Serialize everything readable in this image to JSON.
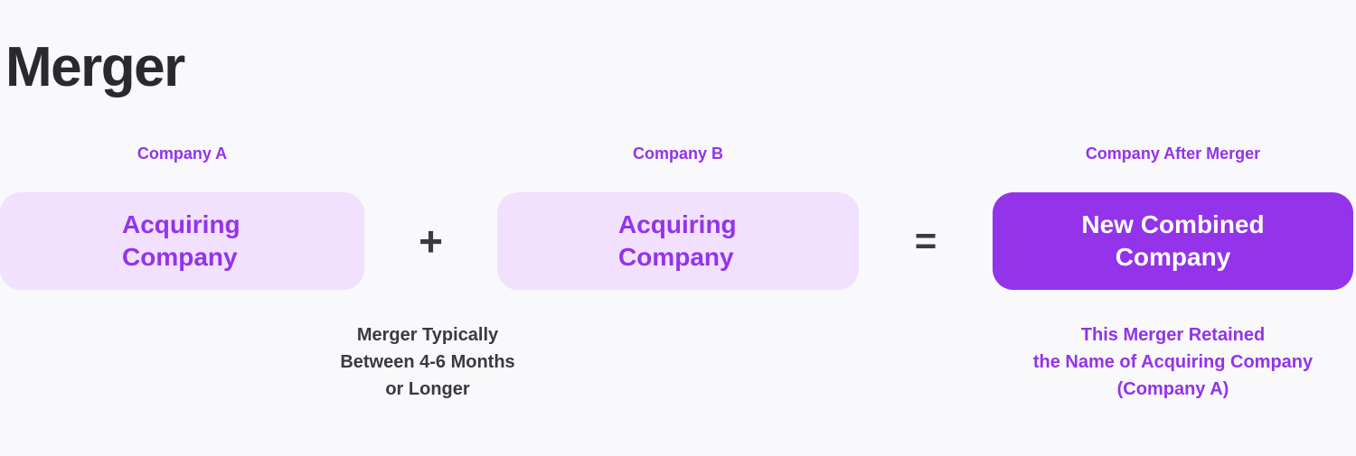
{
  "page": {
    "title": "Merger",
    "background_color": "#f9f8fa",
    "accent_color": "#9333ea",
    "accent_light_color": "#f1e0fe",
    "dark_text_color": "#2a2a2e"
  },
  "columns": {
    "company_a": {
      "label": "Company A",
      "card_text": "Acquiring\nCompany"
    },
    "company_b": {
      "label": "Company B",
      "card_text": "Acquiring\nCompany"
    },
    "company_after_merger": {
      "label": "Company After Merger",
      "card_text": "New Combined\nCompany"
    }
  },
  "operators": {
    "plus": "+",
    "equals": "="
  },
  "captions": {
    "timeline": "Merger Typically\nBetween 4-6 Months\nor Longer",
    "merger_note": "This Merger Retained\nthe Name of Acquiring Company\n(Company A)"
  }
}
